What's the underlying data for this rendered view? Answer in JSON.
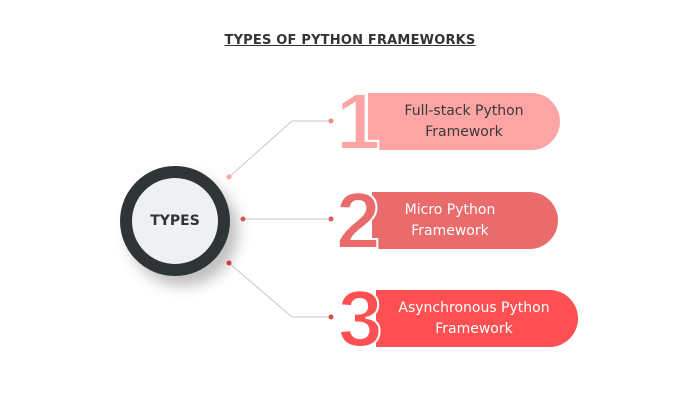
{
  "title": "TYPES OF PYTHON FRAMEWORKS",
  "center_label": "TYPES",
  "items": [
    {
      "number": "1",
      "line1": "Full-stack Python",
      "line2": "Framework",
      "color": "#fda5a4",
      "text_color": "#3a3a3a"
    },
    {
      "number": "2",
      "line1": "Micro Python",
      "line2": "Framework",
      "color": "#e96b6b",
      "text_color": "#ffffff"
    },
    {
      "number": "3",
      "line1": "Asynchronous Python",
      "line2": "Framework",
      "color": "#fe5052",
      "text_color": "#ffffff"
    }
  ]
}
